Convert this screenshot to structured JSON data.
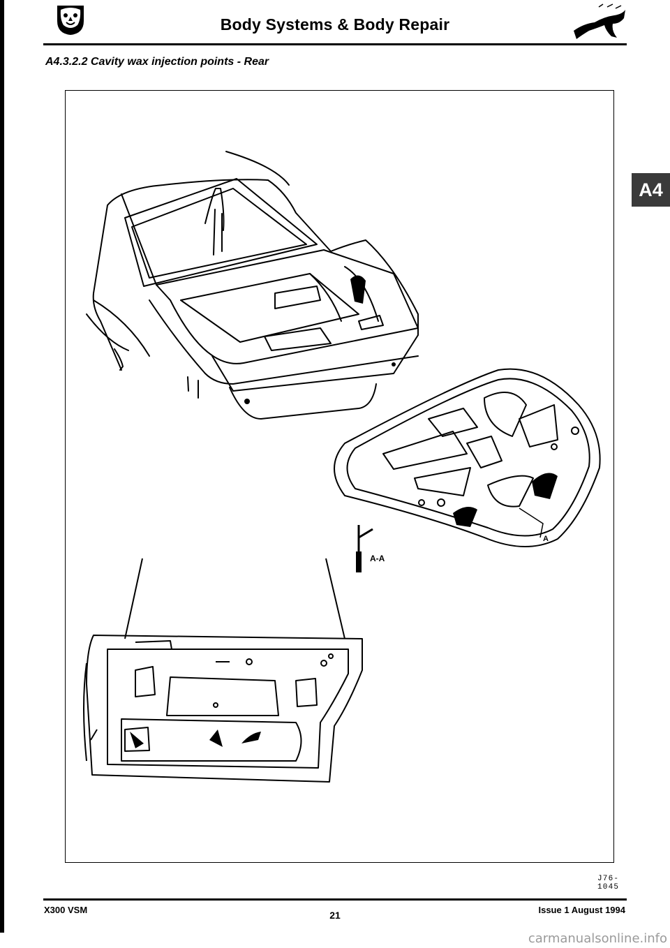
{
  "header": {
    "title": "Body Systems & Body Repair",
    "left_logo_icon": "jaguar-head-icon",
    "right_logo_icon": "leaping-jaguar-icon"
  },
  "section": {
    "heading": "A4.3.2.2 Cavity wax injection points - Rear",
    "tab_label": "A4"
  },
  "figure": {
    "section_label": "A-A",
    "marker_label": "A",
    "reference": "J76-1045"
  },
  "footer": {
    "left": "X300 VSM",
    "page_number": "21",
    "right": "Issue 1 August 1994"
  },
  "watermark": "carmanualsonline.info"
}
